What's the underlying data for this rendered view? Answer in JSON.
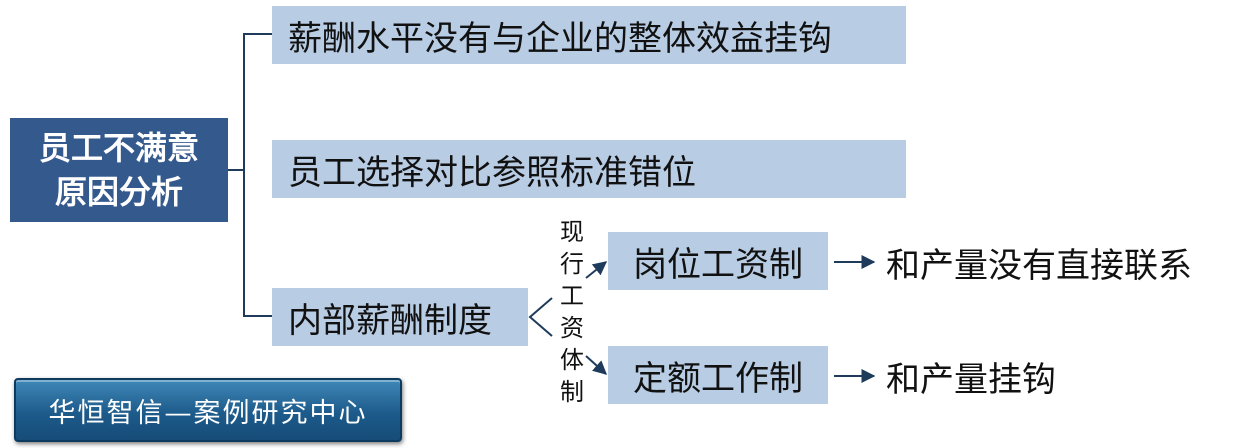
{
  "root": {
    "line1": "员工不满意",
    "line2": "原因分析"
  },
  "branches": [
    {
      "label": "薪酬水平没有与企业的整体效益挂钩"
    },
    {
      "label": "员工选择对比参照标准错位"
    },
    {
      "label": "内部薪酬制度"
    }
  ],
  "system_label": "现行工资体制",
  "sub_items": [
    {
      "label": "岗位工资制",
      "result": "和产量没有直接联系"
    },
    {
      "label": "定额工作制",
      "result": "和产量挂钩"
    }
  ],
  "footer": {
    "badge": "华恒智信—案例研究中心"
  },
  "colors": {
    "root_bg": "#34598d",
    "branch_bg": "#b8cce4",
    "line": "#1f3b5c",
    "badge_bg": "#1d5b8b"
  }
}
